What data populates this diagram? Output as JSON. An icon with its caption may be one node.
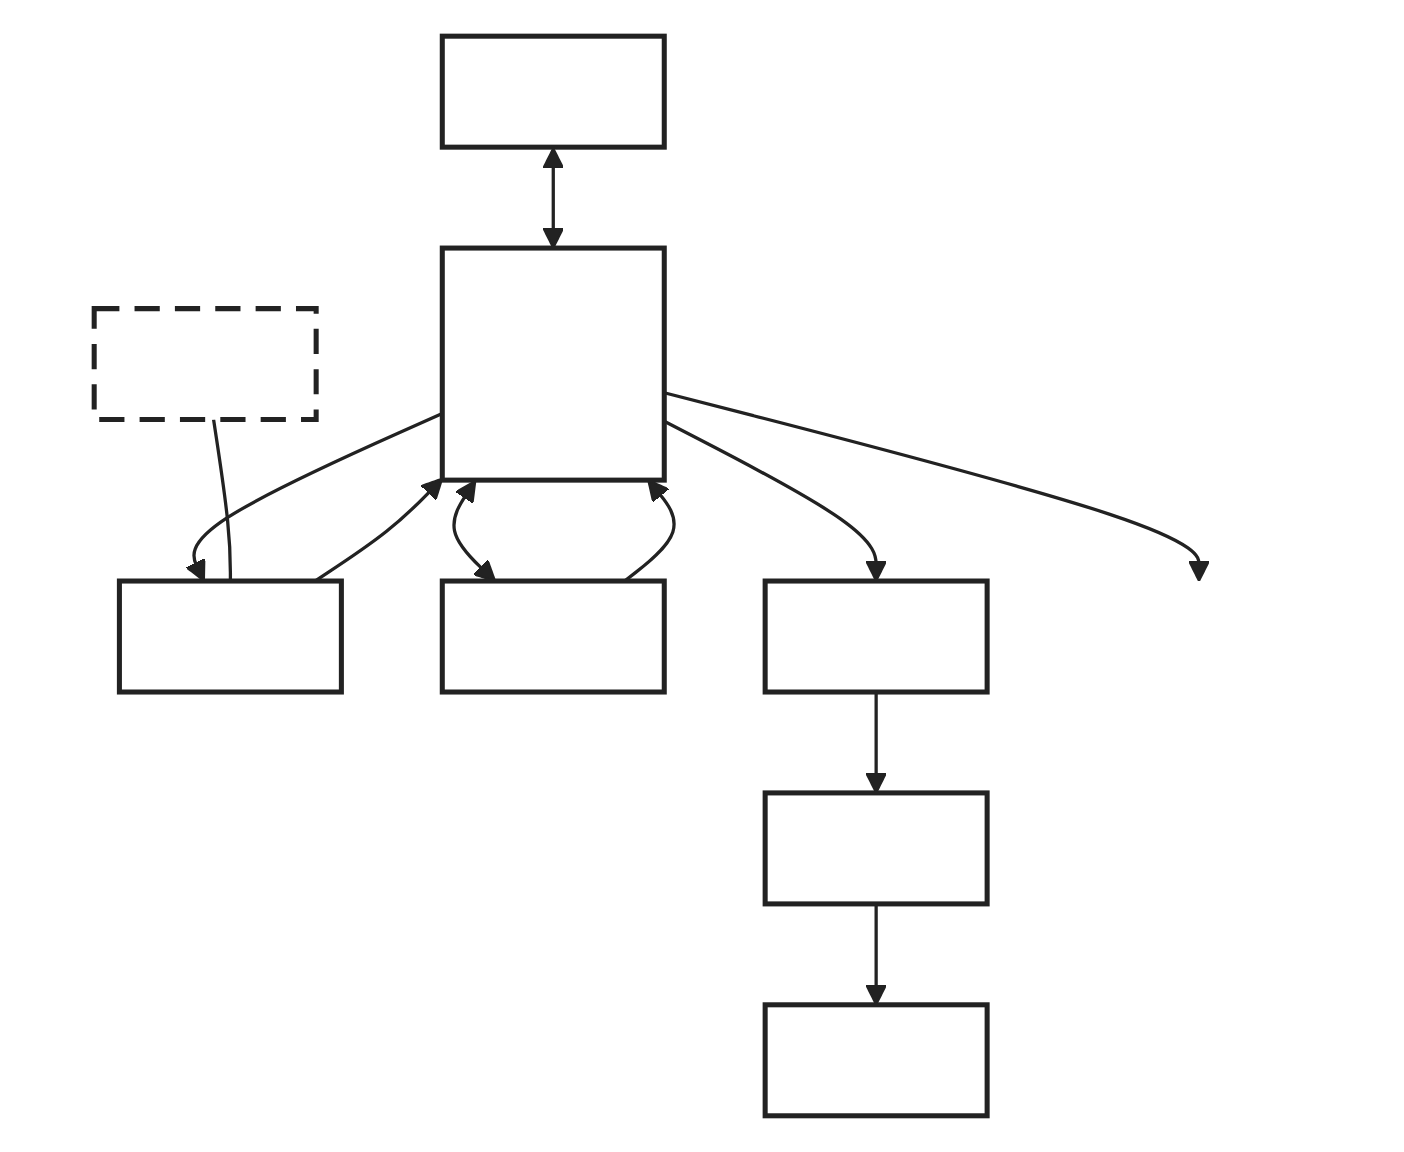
{
  "diagram": {
    "nodes": [
      {
        "text": [],
        "shape": "box"
      },
      {
        "text": [],
        "shape": "box"
      },
      {
        "text": [],
        "shape": "box"
      },
      {
        "text": [],
        "shape": "box"
      },
      {
        "text": [],
        "shape": "box"
      },
      {
        "text": [],
        "shape": "box"
      },
      {
        "text": [],
        "shape": "box"
      },
      {
        "text": [],
        "shape": "box"
      }
    ],
    "edges": [
      {
        "from": 0,
        "to": 3,
        "arrow": "both"
      },
      {
        "from": 3,
        "to": 2,
        "arrow": "to"
      },
      {
        "from": 2,
        "to": 3,
        "arrow": "to"
      },
      {
        "from": 3,
        "to": 4,
        "arrow": "both"
      },
      {
        "from": 4,
        "to": 3,
        "arrow": "to"
      },
      {
        "from": 3,
        "to": 5,
        "arrow": "to"
      },
      {
        "from": 3,
        "to": null,
        "arrow": "to"
      },
      {
        "from": 5,
        "to": 6,
        "arrow": "to"
      },
      {
        "from": 6,
        "to": 7,
        "arrow": "to"
      },
      {
        "from": 1,
        "to": 2,
        "arrow": "none"
      }
    ]
  }
}
